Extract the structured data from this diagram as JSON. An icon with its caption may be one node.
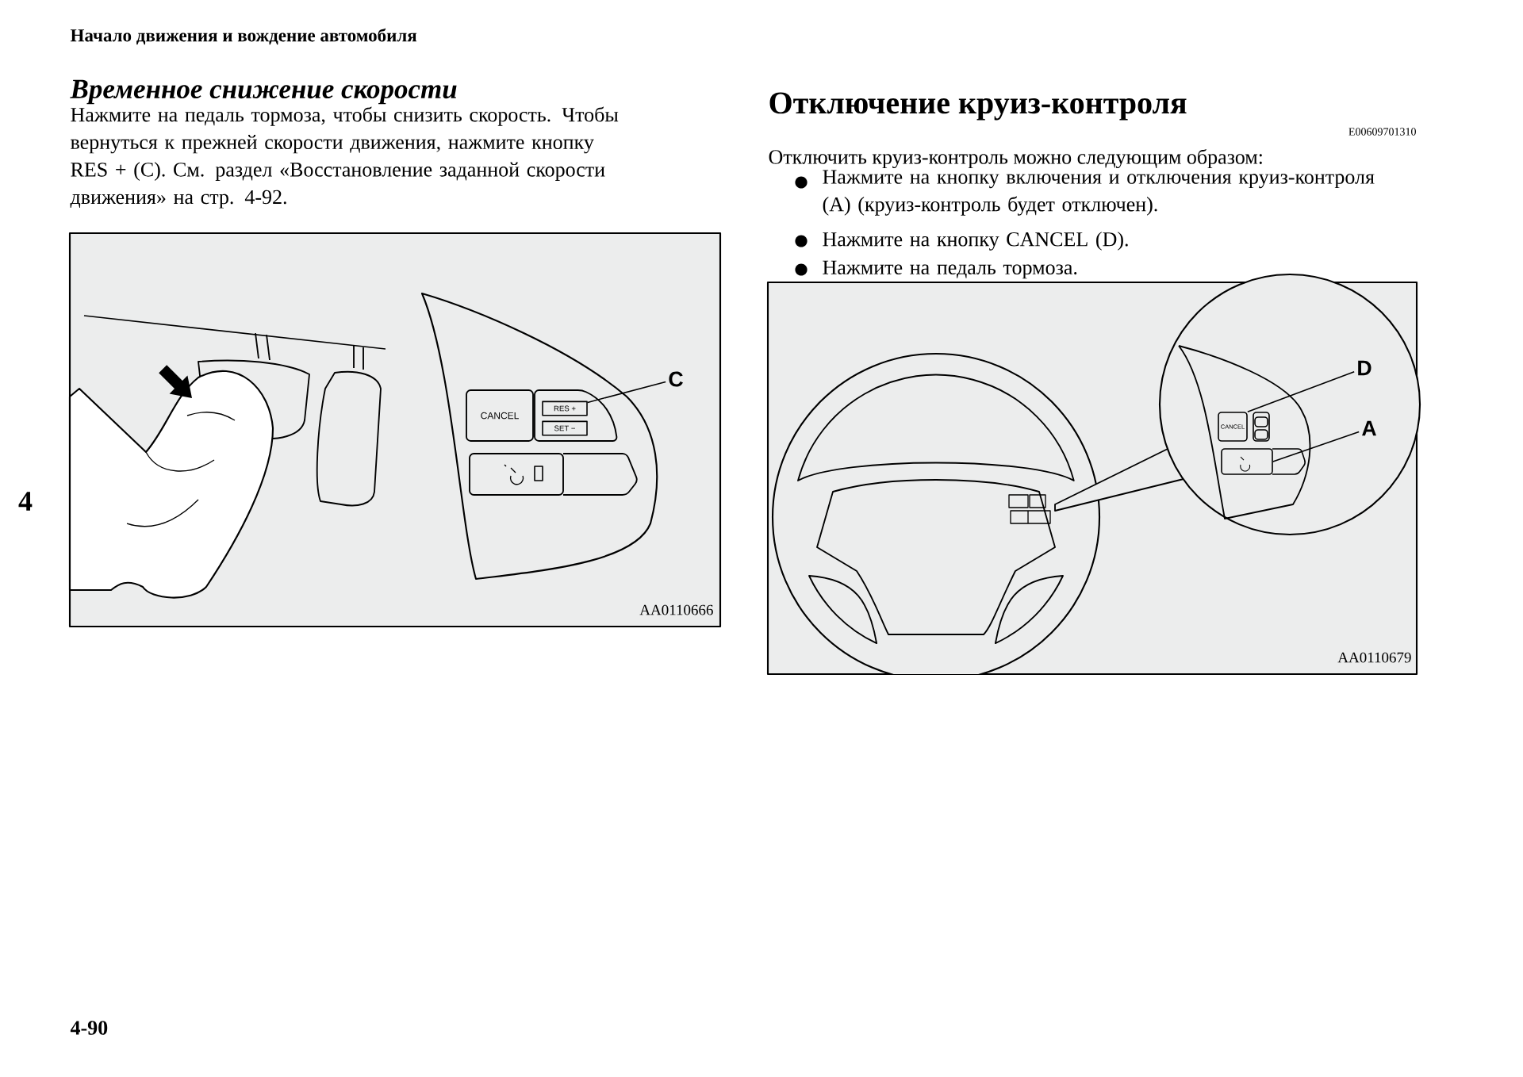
{
  "diagram": {
    "nodes": [
      {
        "text": [
          "C"
        ]
      },
      {
        "text": [
          "RES +"
        ]
      },
      {
        "text": [
          "D"
        ]
      },
      {
        "text": [
          "CANCEL"
        ]
      },
      {
        "text": [
          "A"
        ]
      },
      {
        "text": [],
        "shape": "box"
      }
    ],
    "edges": [
      {
        "from": 0,
        "to": 1,
        "arrow": "none"
      },
      {
        "from": 2,
        "to": 3,
        "arrow": "none"
      },
      {
        "from": 4,
        "to": 5,
        "arrow": "none"
      }
    ],
    "labels": [
      "Начало движения и вождение автомобиля",
      "Временное снижение скорости",
      "Нажмите на педаль тормоза, чтобы снизить скорость. Чтобы вернуться к прежней скорости движения, нажмите кнопку RES + (C). См. раздел «Восстановление заданной скорости движения» на стр. 4-92.",
      "4",
      "CANCEL",
      "SET −",
      "AA0110666",
      "Отключение круиз-контроля",
      "E00609701310",
      "Отключить круиз-контроль можно следующим образом:",
      "Нажмите на кнопку включения и отключения круиз-контроля (A) (круиз-контроль будет отключен).",
      "Нажмите на кнопку CANCEL (D).",
      "Нажмите на педаль тормоза.",
      "AA0110679",
      "4-90"
    ]
  }
}
